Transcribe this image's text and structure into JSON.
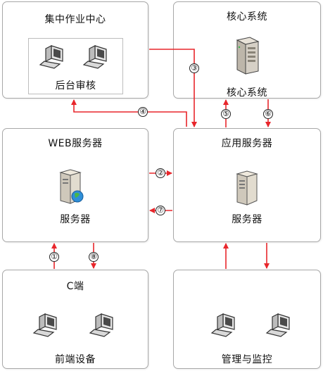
{
  "nodes": {
    "ops_center": {
      "title": "集中作业中心",
      "inner_label": "后台审核"
    },
    "core": {
      "title": "核心系统",
      "label": "核心系统"
    },
    "web": {
      "title": "WEB服务器",
      "label": "服务器"
    },
    "app": {
      "title": "应用服务器",
      "label": "服务器"
    },
    "client": {
      "title": "C端",
      "label": "前端设备"
    },
    "mgmt": {
      "label": "管理与监控"
    }
  },
  "steps": [
    "①",
    "②",
    "③",
    "④",
    "⑤",
    "⑥",
    "⑦",
    "⑧"
  ],
  "colors": {
    "arrow": "#e8262b",
    "border": "#a8a8a8"
  },
  "icons": [
    "workstation-icon",
    "tower-server-icon",
    "web-server-icon",
    "server-icon"
  ]
}
